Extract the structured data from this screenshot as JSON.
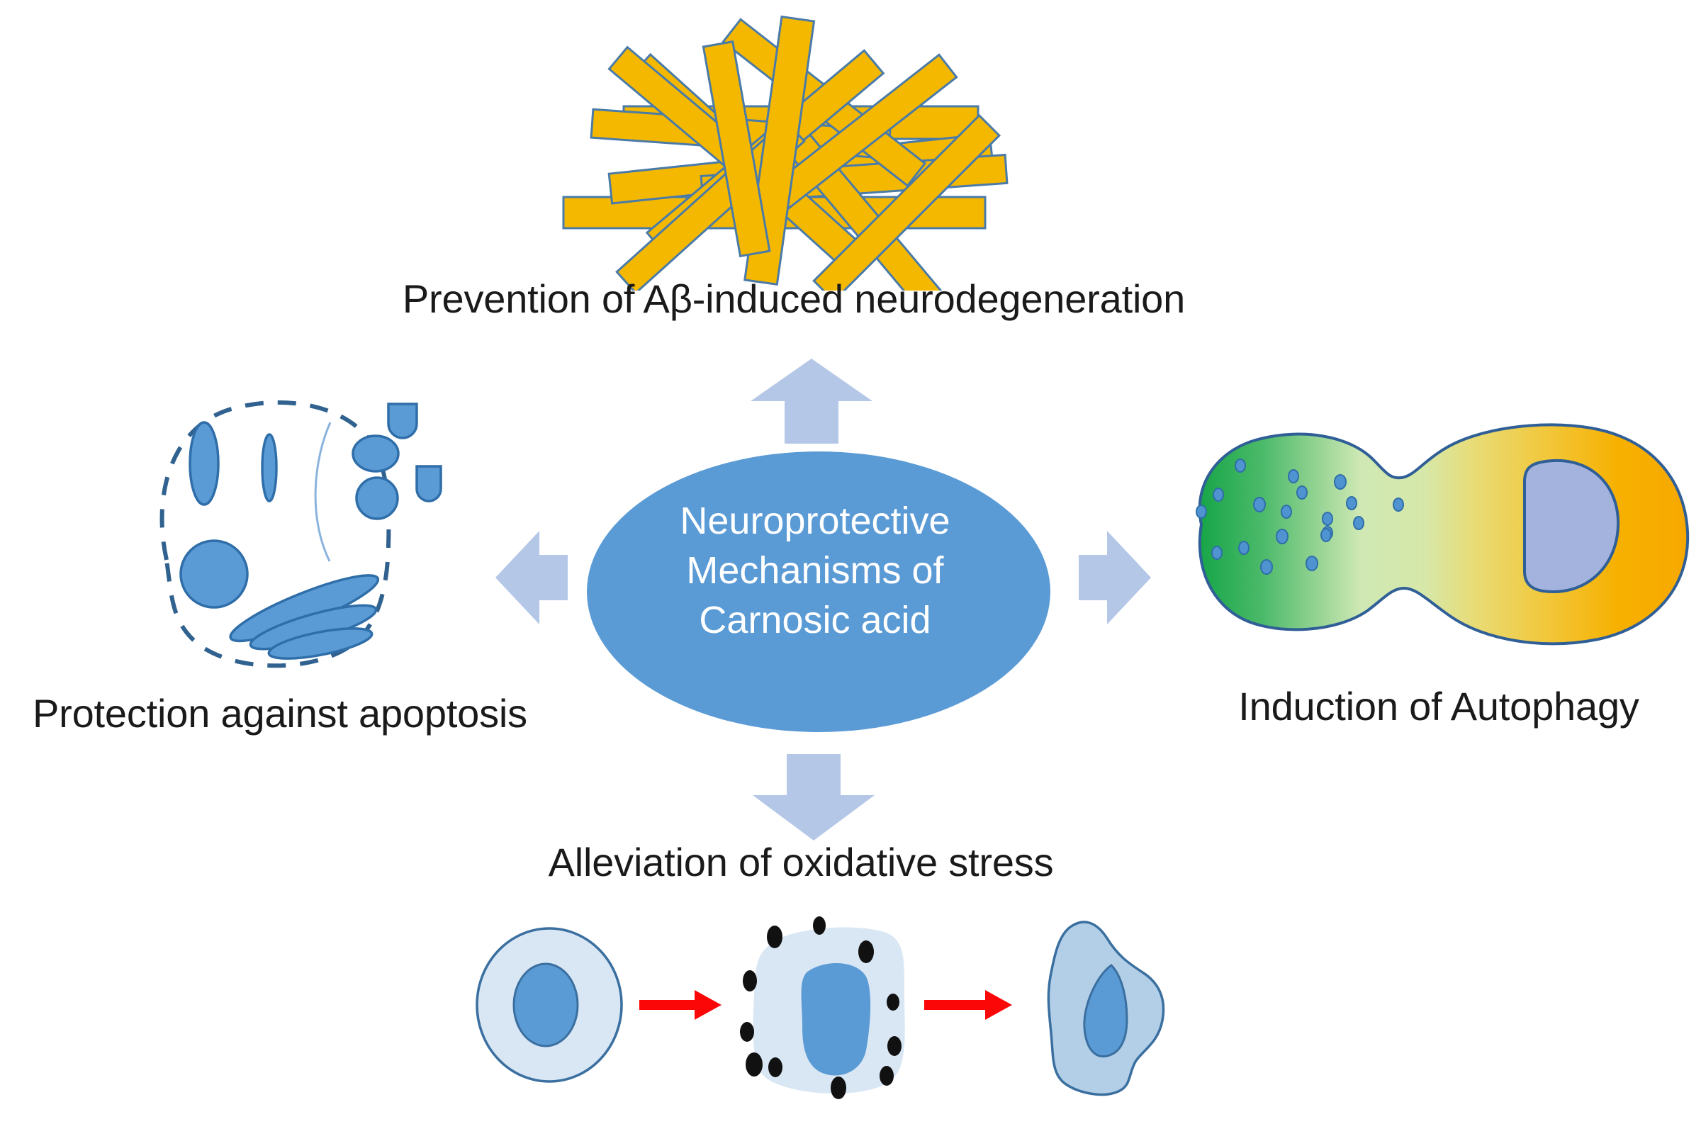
{
  "figure": {
    "title": "Neuroprotective Mechanisms of Carnosic acid",
    "background_color": "#ffffff"
  },
  "center_node": {
    "shape": "ellipse",
    "fill_color": "#5b9bd5",
    "text_color": "#ffffff",
    "lines": [
      "Neuroprotective",
      "Mechanisms of",
      "Carnosic acid"
    ],
    "line1": "Neuroprotective",
    "line2": "Mechanisms of",
    "line3": "Carnosic acid"
  },
  "arrows": {
    "color": "#b4c7e7",
    "up": {
      "direction": "up",
      "name": "arrow-up"
    },
    "left": {
      "direction": "left",
      "name": "arrow-left"
    },
    "right": {
      "direction": "right",
      "name": "arrow-right"
    },
    "down": {
      "direction": "down",
      "name": "arrow-down"
    }
  },
  "branches": {
    "top": {
      "label": "Prevention of Aβ-induced neurodegeneration",
      "illustration": "amyloid-fibril-tangle",
      "colors": {
        "fibril_fill": "#f5b800",
        "fibril_stroke": "#4a7ba8"
      }
    },
    "left": {
      "label": "Protection against apoptosis",
      "illustration": "apoptotic-cell-with-blebs",
      "colors": {
        "organelle_fill": "#5b9bd5",
        "organelle_stroke": "#2f6ea8",
        "membrane_stroke": "#2f5f96"
      }
    },
    "right": {
      "label": "Induction of Autophagy",
      "illustration": "autophagosome-cell",
      "colors": {
        "green": "#21a84b",
        "yellow": "#f0c838",
        "orange": "#f5ab00",
        "nucleus": "#a3b3dd",
        "vesicle": "#5b9bd5",
        "stroke": "#2f5f96"
      }
    },
    "bottom": {
      "label": "Alleviation of oxidative stress",
      "illustration": "oxidative-stress-progression",
      "stages": [
        {
          "name": "healthy-cell",
          "cytoplasm": "#d9e7f5",
          "nucleus": "#5b9bd5"
        },
        {
          "name": "stressed-cell-with-ros",
          "cytoplasm": "#d9e7f5",
          "nucleus": "#5b9bd5",
          "ros_color": "#111111"
        },
        {
          "name": "shrunken-cell",
          "cytoplasm": "#b3cfe8",
          "nucleus": "#5b9bd5"
        }
      ],
      "arrow_color": "#fb0707"
    }
  },
  "chart_data": {
    "type": "diagram",
    "layout": "radial-hub-and-spoke",
    "hub": "Neuroprotective Mechanisms of Carnosic acid",
    "spokes": [
      {
        "direction": "up",
        "label": "Prevention of Aβ-induced neurodegeneration"
      },
      {
        "direction": "left",
        "label": "Protection against apoptosis"
      },
      {
        "direction": "right",
        "label": "Induction of Autophagy"
      },
      {
        "direction": "down",
        "label": "Alleviation of oxidative stress"
      }
    ]
  }
}
